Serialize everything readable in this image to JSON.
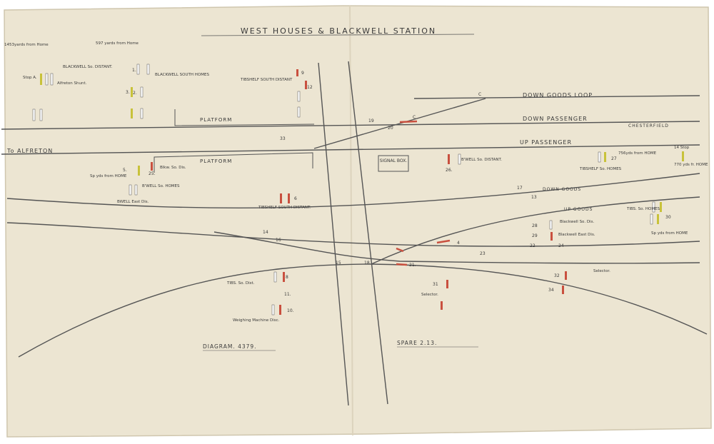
{
  "title": "WEST HOUSES & BLACKWELL STATION",
  "distances": {
    "left": "1453yards from Home",
    "middle": "597 yards from Home"
  },
  "tracks": {
    "down_goods_loop": "DOWN GOODS LOOP",
    "down_passenger": "DOWN PASSENGER",
    "chesterfield": "CHESTERFIELD",
    "to_alfreton": "To ALFRETON",
    "up_passenger": "UP PASSENGER",
    "down_goods": "DOWN GOODS",
    "up_goods": "UP GOODS",
    "platform_top": "PLATFORM",
    "platform_bottom": "PLATFORM"
  },
  "signal_box": "SIGNAL BOX.",
  "signals": {
    "stop_a": "Stop A.",
    "blackwell_distant": "BLACKWELL So. DISTANT.",
    "alfreton_shunt": "Alfreton Shunt.",
    "blackwell_south_homes": "BLACKWELL SOUTH HOMES",
    "tibshelf_south_distant": "TIBSHELF SOUTH DISTANT",
    "sp_yds_home": "Sp yds from HOME",
    "bwell_east_dis": "BWELL East Dis.",
    "bwell_homes": "B'WELL So. HOMES",
    "bwell_so_dis": "Blkw. So. Dis.",
    "tibshelf_south_distant2": "TIBSHELF SOUTH DISTANT.",
    "bwell_so_distant": "B'WELL So. DISTANT.",
    "tibshelf_so_homes": "TIBSHELF So. HOMES",
    "yds_from_home_27": "756yds from HOME",
    "stop_right": "14 Stop",
    "yds_fr_home": "770 yds fr. HOME",
    "tibs_so_homes": "TIBS. So. HOMES",
    "yds_from_home_30": "Sp yds from HOME",
    "blackwell_so_dis": "Blackwell So. Dis.",
    "blackwell_east_dis": "Blackwell East Dis.",
    "tibs_so_dist": "TIBS. So. Dist.",
    "weighing_machine_disc": "Weighing Machine Disc.",
    "selector_right": "Selector.",
    "selector_mid": "Selector."
  },
  "numbers": {
    "n1": "1.",
    "n2": "2.",
    "n3": "3.",
    "n4": "4",
    "n5": "5.",
    "n6": "6",
    "n8": "8",
    "n9": "9",
    "n10": "10.",
    "n11": "11.",
    "n12": "12",
    "n13": "13",
    "n14": "14",
    "n15": "15",
    "n16": "16",
    "n17": "17",
    "n18": "18",
    "n19": "19",
    "n20": "20",
    "n21": "21.",
    "n22": "22",
    "n23": "23",
    "n24": "24",
    "n25": "25.",
    "n26": "26.",
    "n27": "27",
    "n28": "28",
    "n29": "29",
    "n30": "30",
    "n31": "31",
    "n32": "32",
    "n33": "33",
    "n34": "34",
    "c1": "C",
    "c2": "C"
  },
  "footer": {
    "diagram": "DIAGRAM. 4379.",
    "spare": "SPARE 2.13."
  },
  "colors": {
    "paper": "#ece5d2",
    "ink": "#4a4a4a",
    "red_signal": "#c9503f",
    "yellow_signal": "#c8c23a"
  }
}
